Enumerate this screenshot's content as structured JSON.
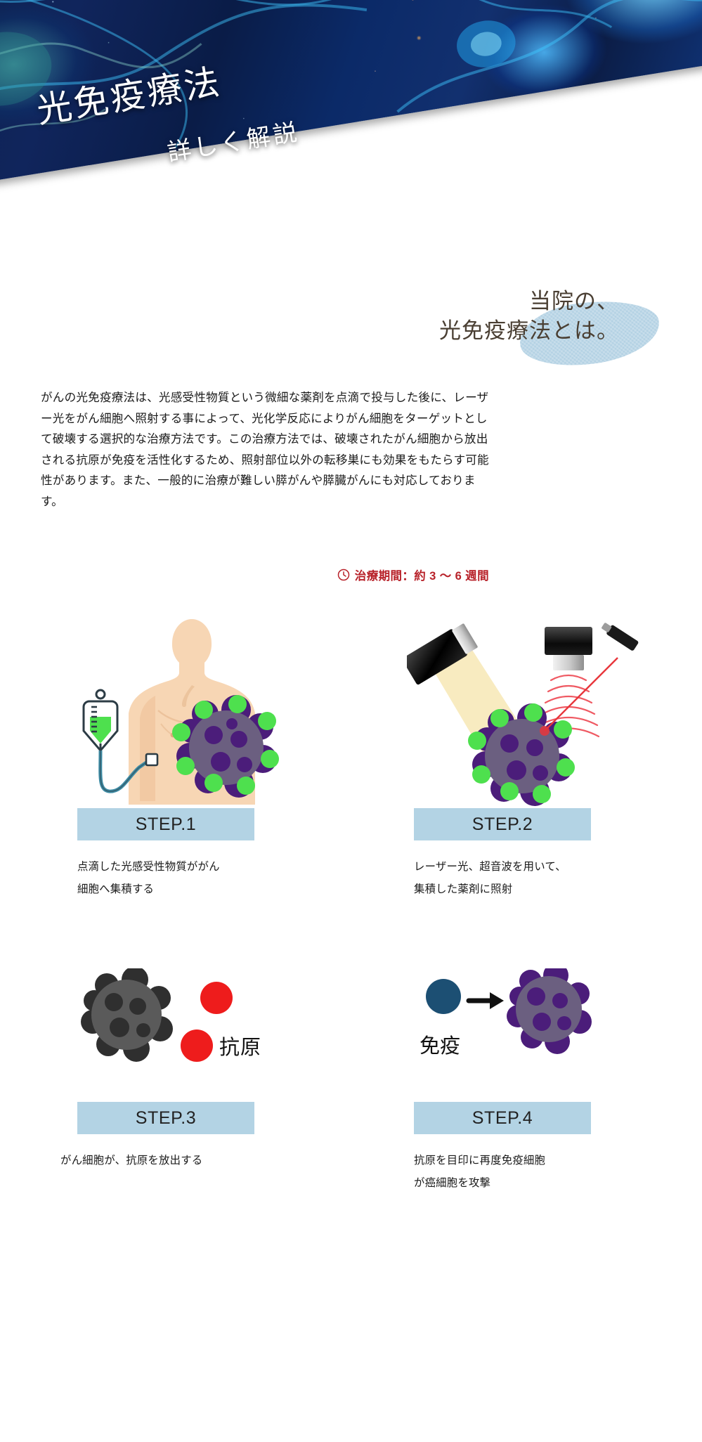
{
  "hero": {
    "title": "光免疫療法",
    "subtitle": "詳しく解説",
    "image_alt": "neuron-network-background"
  },
  "section": {
    "heading_line1": "当院の、",
    "heading_line2": "光免疫療法とは。",
    "brush_color": "#a8cbe0"
  },
  "body": {
    "paragraph": "がんの光免疫療法は、光感受性物質という微細な薬剤を点滴で投与した後に、レーザー光をがん細胞へ照射する事によって、光化学反応によりがん細胞をターゲットとして破壊する選択的な治療方法です。この治療方法では、破壊されたがん細胞から放出される抗原が免疫を活性化するため、照射部位以外の転移巣にも効果をもたらす可能性があります。また、一般的に治療が難しい膵がんや膵臓がんにも対応しております。"
  },
  "period": {
    "icon": "clock-icon",
    "text": "治療期間：約 3 〜 6 週間",
    "color": "#b8222a"
  },
  "steps": [
    {
      "label": "STEP.1",
      "caption_line1": "点滴した光感受性物質ががん",
      "caption_line2": "細胞へ集積する",
      "art": "iv-drip-patient-cancer-cell"
    },
    {
      "label": "STEP.2",
      "caption_line1": "レーザー光、超音波を用いて、",
      "caption_line2": "集積した薬剤に照射",
      "art": "laser-ultrasound-irradiation"
    },
    {
      "label": "STEP.3",
      "caption_line1": "がん細胞が、抗原を放出する",
      "caption_line2": "",
      "art": "destroyed-cell-releasing-antigen",
      "annotation": "抗原"
    },
    {
      "label": "STEP.4",
      "caption_line1": "抗原を目印に再度免疫細胞",
      "caption_line2": "が癌細胞を攻撃",
      "art": "immune-cell-attacking-cancer",
      "annotation": "免疫"
    }
  ],
  "colors": {
    "step_label_bg": "#b3d3e4",
    "cancer_cell_body": "#6b5f80",
    "cancer_cell_bump": "#4b1d7a",
    "drug_dot": "#4ee04e",
    "accent_red": "#b8222a",
    "immune_blue": "#1c4f73",
    "antigen_red": "#ee1c1c",
    "dead_cell_gray": "#5a5a5a"
  }
}
